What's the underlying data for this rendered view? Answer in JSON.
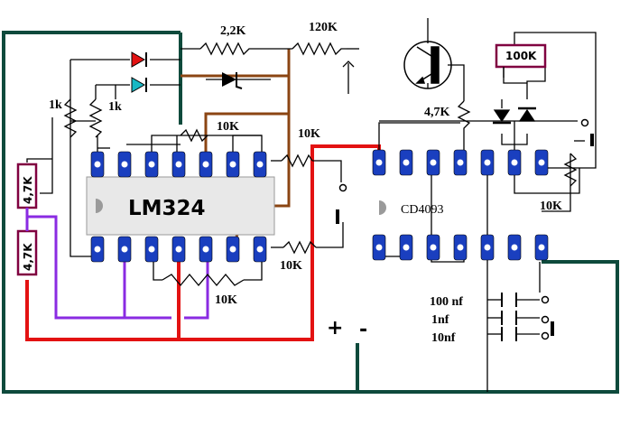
{
  "schematic": {
    "ic1_label": "LM324",
    "ic2_label": "CD4093",
    "r_top1": "2,2K",
    "r_top2": "120K",
    "r_left_a": "1k",
    "r_left_b": "1k",
    "r_fb_top": "10K",
    "r_out_top": "10K",
    "r_fb_bot": "10K",
    "r_out_bot": "10K",
    "r_vert_left1": "4,7K",
    "r_vert_left2": "4,7K",
    "r_transistor": "4,7K",
    "r_right": "10K",
    "pot": "100K",
    "cap1": "100 nf",
    "cap2": "1nf",
    "cap3": "10nf",
    "plus": "+",
    "minus": "-"
  },
  "colors": {
    "ground": "#0e4a3c",
    "positive": "#e31212",
    "purple": "#8a2be2",
    "brown": "#8b4513",
    "led_red": "#e31212",
    "led_cyan": "#17b8c4",
    "ic_pin": "#1a3fbf",
    "ic_body": "#e8e8e8",
    "resistor_box": "#800040"
  }
}
